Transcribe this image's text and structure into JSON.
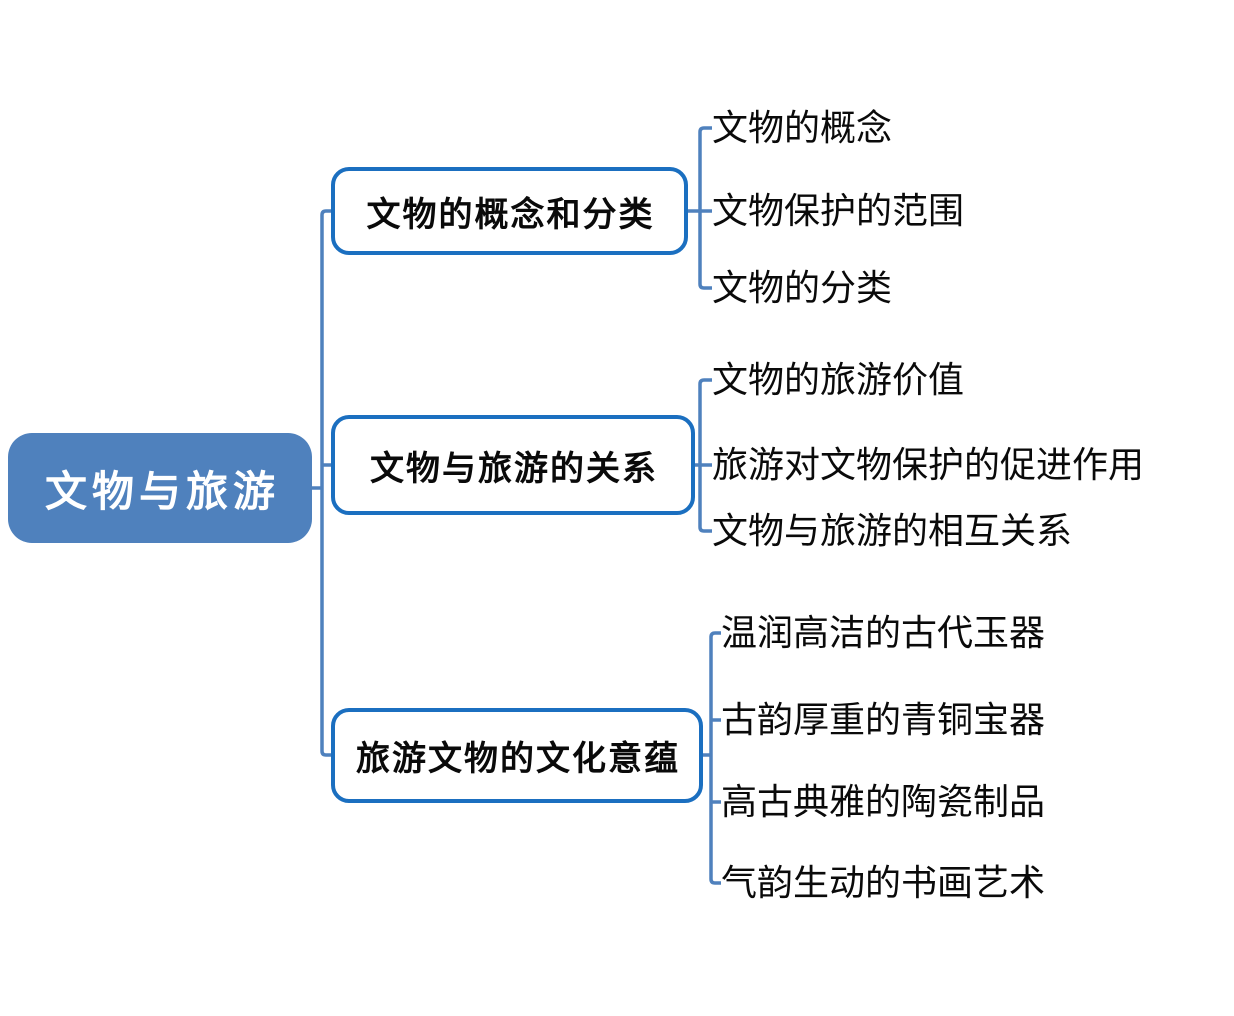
{
  "diagram": {
    "root": {
      "label": "文物与旅游"
    },
    "branches": [
      {
        "label": "文物的概念和分类",
        "children": [
          "文物的概念",
          "文物保护的范围",
          "文物的分类"
        ]
      },
      {
        "label": "文物与旅游的关系",
        "children": [
          "文物的旅游价值",
          "旅游对文物保护的促进作用",
          "文物与旅游的相互关系"
        ]
      },
      {
        "label": "旅游文物的文化意蕴",
        "children": [
          "温润高洁的古代玉器",
          "古韵厚重的青铜宝器",
          "高古典雅的陶瓷制品",
          "气韵生动的书画艺术"
        ]
      }
    ]
  },
  "colors": {
    "background": "#FFFFFF",
    "root_fill": "#4F81BD",
    "root_text": "#FFFFFF",
    "branch_border": "#1B6FC0",
    "node_text": "#0A0A0A",
    "connector": "#4F81BD"
  }
}
